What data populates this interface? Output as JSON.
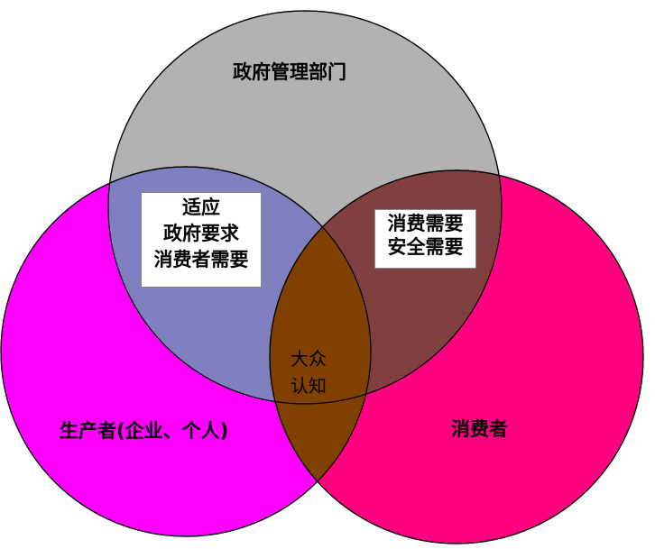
{
  "circles": {
    "government": {
      "label": "政府管理部门",
      "color": "#b2b2b2"
    },
    "producer": {
      "label": "生产者(企业、个人)",
      "color": "#ff00ff"
    },
    "consumer": {
      "label": "消费者",
      "color": "#ff0080"
    }
  },
  "overlaps": {
    "government_producer": {
      "lines": [
        "适应",
        "政府要求",
        "消费者需要"
      ],
      "color": "#8080c0"
    },
    "government_consumer": {
      "lines": [
        "消费需要",
        "安全需要"
      ],
      "color": "#804040"
    },
    "producer_consumer": {
      "lines": [
        "大众",
        "认知"
      ],
      "color": "#804000"
    }
  }
}
